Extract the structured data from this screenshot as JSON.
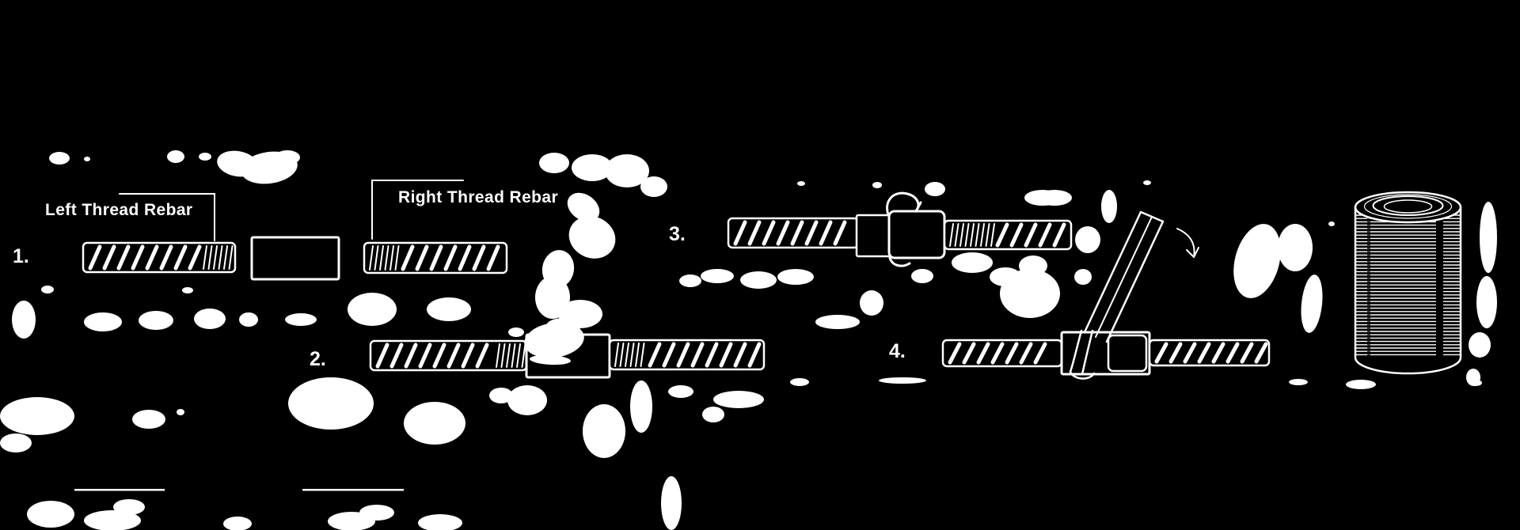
{
  "colors": {
    "background": "#000000",
    "line": "#ffffff"
  },
  "labels": {
    "left_thread_rebar": "Left Thread Rebar",
    "right_thread_rebar": "Right Thread Rebar"
  },
  "steps": [
    {
      "number": "1.",
      "parts": [
        "left-thread-rebar",
        "coupler-sleeve",
        "right-thread-rebar"
      ]
    },
    {
      "number": "2.",
      "parts": [
        "rebar",
        "coupler-sleeve-threaded-on",
        "rebar"
      ]
    },
    {
      "number": "3.",
      "parts": [
        "rebar",
        "coupler-sleeve-rotating",
        "rebar"
      ]
    },
    {
      "number": "4.",
      "parts": [
        "rebar",
        "coupler-sleeve",
        "torque-wrench",
        "rebar"
      ]
    }
  ],
  "figures": {
    "coupler_cylinder_icon": "threaded-coupler-cylinder"
  }
}
